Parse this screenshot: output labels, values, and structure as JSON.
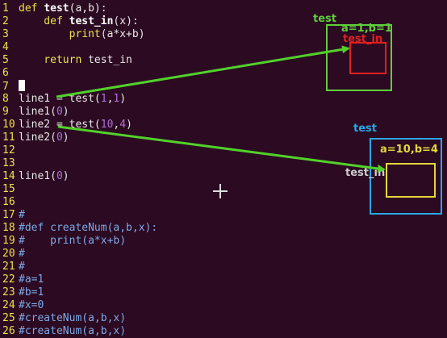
{
  "code_lines": [
    {
      "n": "1",
      "parts": [
        {
          "t": "def ",
          "c": "kw"
        },
        {
          "t": "test",
          "c": "fn"
        },
        {
          "t": "(a,b):",
          "c": ""
        }
      ]
    },
    {
      "n": "2",
      "parts": [
        {
          "t": "    def ",
          "c": "kw"
        },
        {
          "t": "test_in",
          "c": "fn"
        },
        {
          "t": "(x):",
          "c": ""
        }
      ]
    },
    {
      "n": "3",
      "parts": [
        {
          "t": "        print",
          "c": "kw"
        },
        {
          "t": "(a*x+b)",
          "c": ""
        }
      ]
    },
    {
      "n": "4",
      "parts": []
    },
    {
      "n": "5",
      "parts": [
        {
          "t": "    return ",
          "c": "kw"
        },
        {
          "t": "test_in",
          "c": ""
        }
      ]
    },
    {
      "n": "6",
      "parts": []
    },
    {
      "n": "7",
      "parts": [
        {
          "t": "",
          "c": "cursor"
        }
      ]
    },
    {
      "n": "8",
      "parts": [
        {
          "t": "line1 = test(",
          "c": ""
        },
        {
          "t": "1",
          "c": "num"
        },
        {
          "t": ",",
          "c": ""
        },
        {
          "t": "1",
          "c": "num"
        },
        {
          "t": ")",
          "c": ""
        }
      ]
    },
    {
      "n": "9",
      "parts": [
        {
          "t": "line1(",
          "c": ""
        },
        {
          "t": "0",
          "c": "num"
        },
        {
          "t": ")",
          "c": ""
        }
      ]
    },
    {
      "n": "10",
      "parts": [
        {
          "t": "line2 = test(",
          "c": ""
        },
        {
          "t": "10",
          "c": "num"
        },
        {
          "t": ",",
          "c": ""
        },
        {
          "t": "4",
          "c": "num"
        },
        {
          "t": ")",
          "c": ""
        }
      ]
    },
    {
      "n": "11",
      "parts": [
        {
          "t": "line2(",
          "c": ""
        },
        {
          "t": "0",
          "c": "num"
        },
        {
          "t": ")",
          "c": ""
        }
      ]
    },
    {
      "n": "12",
      "parts": []
    },
    {
      "n": "13",
      "parts": []
    },
    {
      "n": "14",
      "parts": [
        {
          "t": "line1(",
          "c": ""
        },
        {
          "t": "0",
          "c": "num"
        },
        {
          "t": ")",
          "c": ""
        }
      ]
    },
    {
      "n": "15",
      "parts": []
    },
    {
      "n": "16",
      "parts": []
    },
    {
      "n": "17",
      "parts": [
        {
          "t": "#",
          "c": "comment"
        }
      ]
    },
    {
      "n": "18",
      "parts": [
        {
          "t": "#def createNum(a,b,x):",
          "c": "comment"
        }
      ]
    },
    {
      "n": "19",
      "parts": [
        {
          "t": "#    print(a*x+b)",
          "c": "comment"
        }
      ]
    },
    {
      "n": "20",
      "parts": [
        {
          "t": "#",
          "c": "comment"
        }
      ]
    },
    {
      "n": "21",
      "parts": [
        {
          "t": "#",
          "c": "comment"
        }
      ]
    },
    {
      "n": "22",
      "parts": [
        {
          "t": "#a=1",
          "c": "comment"
        }
      ]
    },
    {
      "n": "23",
      "parts": [
        {
          "t": "#b=1",
          "c": "comment"
        }
      ]
    },
    {
      "n": "24",
      "parts": [
        {
          "t": "#x=0",
          "c": "comment"
        }
      ]
    },
    {
      "n": "25",
      "parts": [
        {
          "t": "#createNum(a,b,x)",
          "c": "comment"
        }
      ]
    },
    {
      "n": "26",
      "parts": [
        {
          "t": "#createNum(a,b,x)",
          "c": "comment"
        }
      ]
    }
  ],
  "annotations": {
    "frame1": {
      "title": "test",
      "vars": "a=1,b=1",
      "inner": "test_in",
      "color": "#5fcf3a",
      "inner_color": "#e02020"
    },
    "frame2": {
      "title": "test",
      "vars": "a=10,b=4",
      "inner": "test_in",
      "color": "#2aa6e8",
      "inner_color": "#e6d63a"
    },
    "arrow_color": "#52d12a"
  },
  "colors": {
    "background": "#2b0a22",
    "line_number": "#f0e14a",
    "keyword": "#f0e14a",
    "comment": "#7ea9e6",
    "number": "#b070d8"
  }
}
